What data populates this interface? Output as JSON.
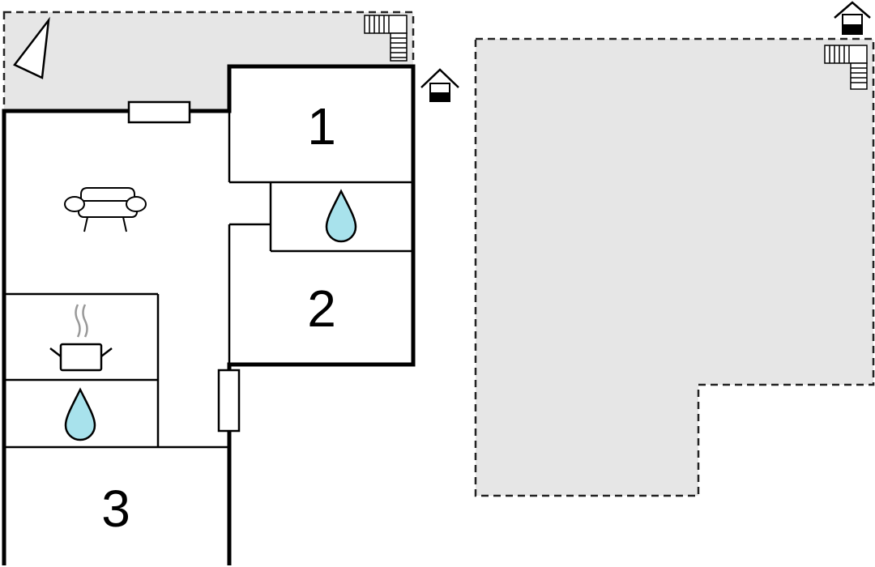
{
  "floor_plan": {
    "rooms": [
      {
        "id": "bedroom-1",
        "label": "1"
      },
      {
        "id": "bedroom-2",
        "label": "2"
      },
      {
        "id": "bedroom-3",
        "label": "3"
      }
    ],
    "icons": {
      "compass": "north-arrow-icon",
      "sofa": "sofa-icon",
      "kitchen": "cooking-pot-icon",
      "bathroom": "water-drop-icon",
      "stairs": "stairs-icon",
      "entrance": "house-entrance-icon"
    },
    "colors": {
      "wall": "#000000",
      "terrace_fill": "#e6e6e6",
      "terrace_border": "#222222",
      "water_drop": "#a8e2ec",
      "background": "#ffffff"
    }
  }
}
